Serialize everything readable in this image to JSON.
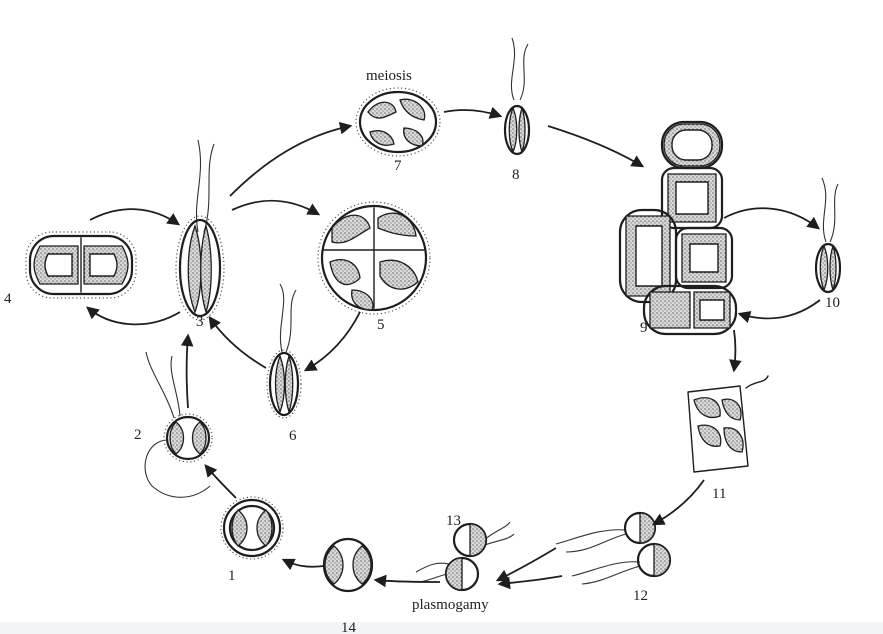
{
  "stage_labels": {
    "s1": "1",
    "s2": "2",
    "s3": "3",
    "s4": "4",
    "s5": "5",
    "s6": "6",
    "s7": "7",
    "s8": "8",
    "s9": "9",
    "s10": "10",
    "s11": "11",
    "s12": "12",
    "s13": "13",
    "s14": "14"
  },
  "process_labels": {
    "meiosis": "meiosis",
    "plasmogamy": "plasmogamy"
  }
}
